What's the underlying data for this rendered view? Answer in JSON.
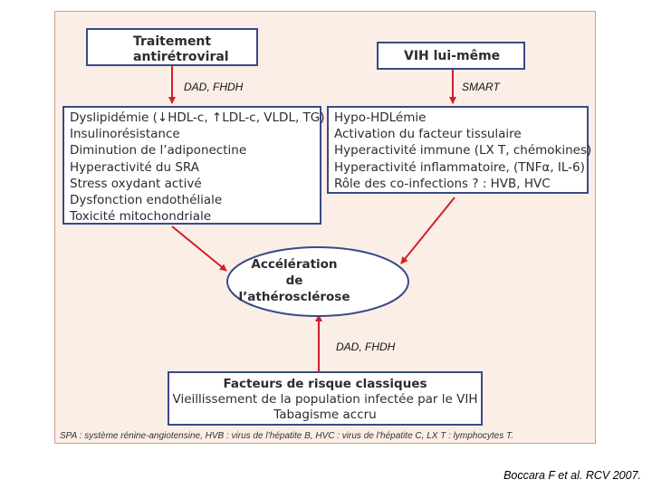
{
  "boxes": {
    "art_title": [
      "Traitement",
      "antirétroviral"
    ],
    "hiv_title": "VIH lui-même",
    "art_effects": [
      "Dyslipidémie (↓HDL-c, ↑LDL-c, VLDL, TG)",
      "Insulinorésistance",
      "Diminution de l’adiponectine",
      "Hyperactivité du SRA",
      "Stress oxydant activé",
      "Dysfonction endothéliale",
      "Toxicité mitochondriale"
    ],
    "hiv_effects": [
      "Hypo-HDLémie",
      "Activation du facteur tissulaire",
      "Hyperactivité immune (LX T, chémokines)",
      "Hyperactivité inflammatoire, (TNFα, IL-6)",
      "Rôle des co-infections ? : HVB, HVC"
    ],
    "center": [
      "Accélération",
      "de",
      "l’athérosclérose"
    ],
    "risk_factors": [
      "Facteurs de risque classiques",
      "Vieillissement de la population infectée par le VIH",
      "Tabagisme accru"
    ]
  },
  "labels": {
    "art_studies": "DAD, FHDH",
    "hiv_study": "SMART",
    "risk_studies": "DAD, FHDH"
  },
  "footnote": "SPA : système rénine-angiotensine, HVB : virus de l’hépatite B, HVC : virus de l’hépatite C, LX T : lymphocytes T.",
  "citation": "Boccara F et al. RCV 2007.",
  "colors": {
    "panel_bg": "#fbeee7",
    "box_border": "#3a4a86",
    "arrow": "#d0202a"
  }
}
